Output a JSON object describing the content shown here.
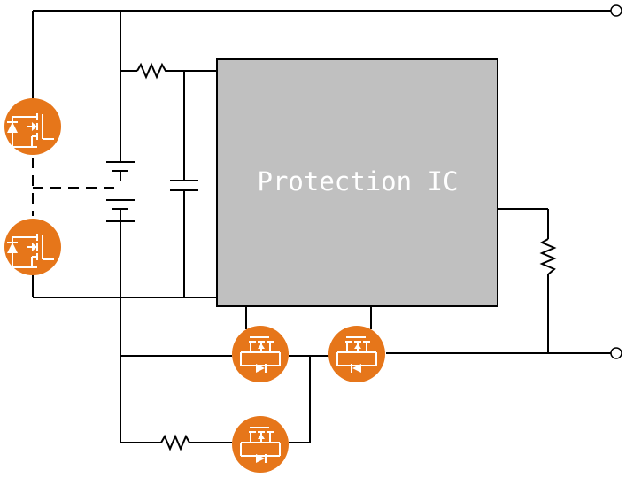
{
  "ic": {
    "label": "Protection IC",
    "fill_color": "#c0c0c0",
    "text_color": "#ffffff"
  },
  "colors": {
    "mosfet_badge": "#e6761a",
    "wire": "#000000",
    "background": "#ffffff"
  },
  "components": {
    "mosfets": [
      "mosfet-left-upper",
      "mosfet-left-lower",
      "mosfet-bottom-middle",
      "mosfet-bottom-right",
      "mosfet-bottom-lower"
    ],
    "resistors": [
      "resistor-top",
      "resistor-right",
      "resistor-bottom"
    ],
    "capacitor": "capacitor",
    "battery": "battery-cells",
    "terminals": [
      "terminal-positive",
      "terminal-negative"
    ]
  }
}
